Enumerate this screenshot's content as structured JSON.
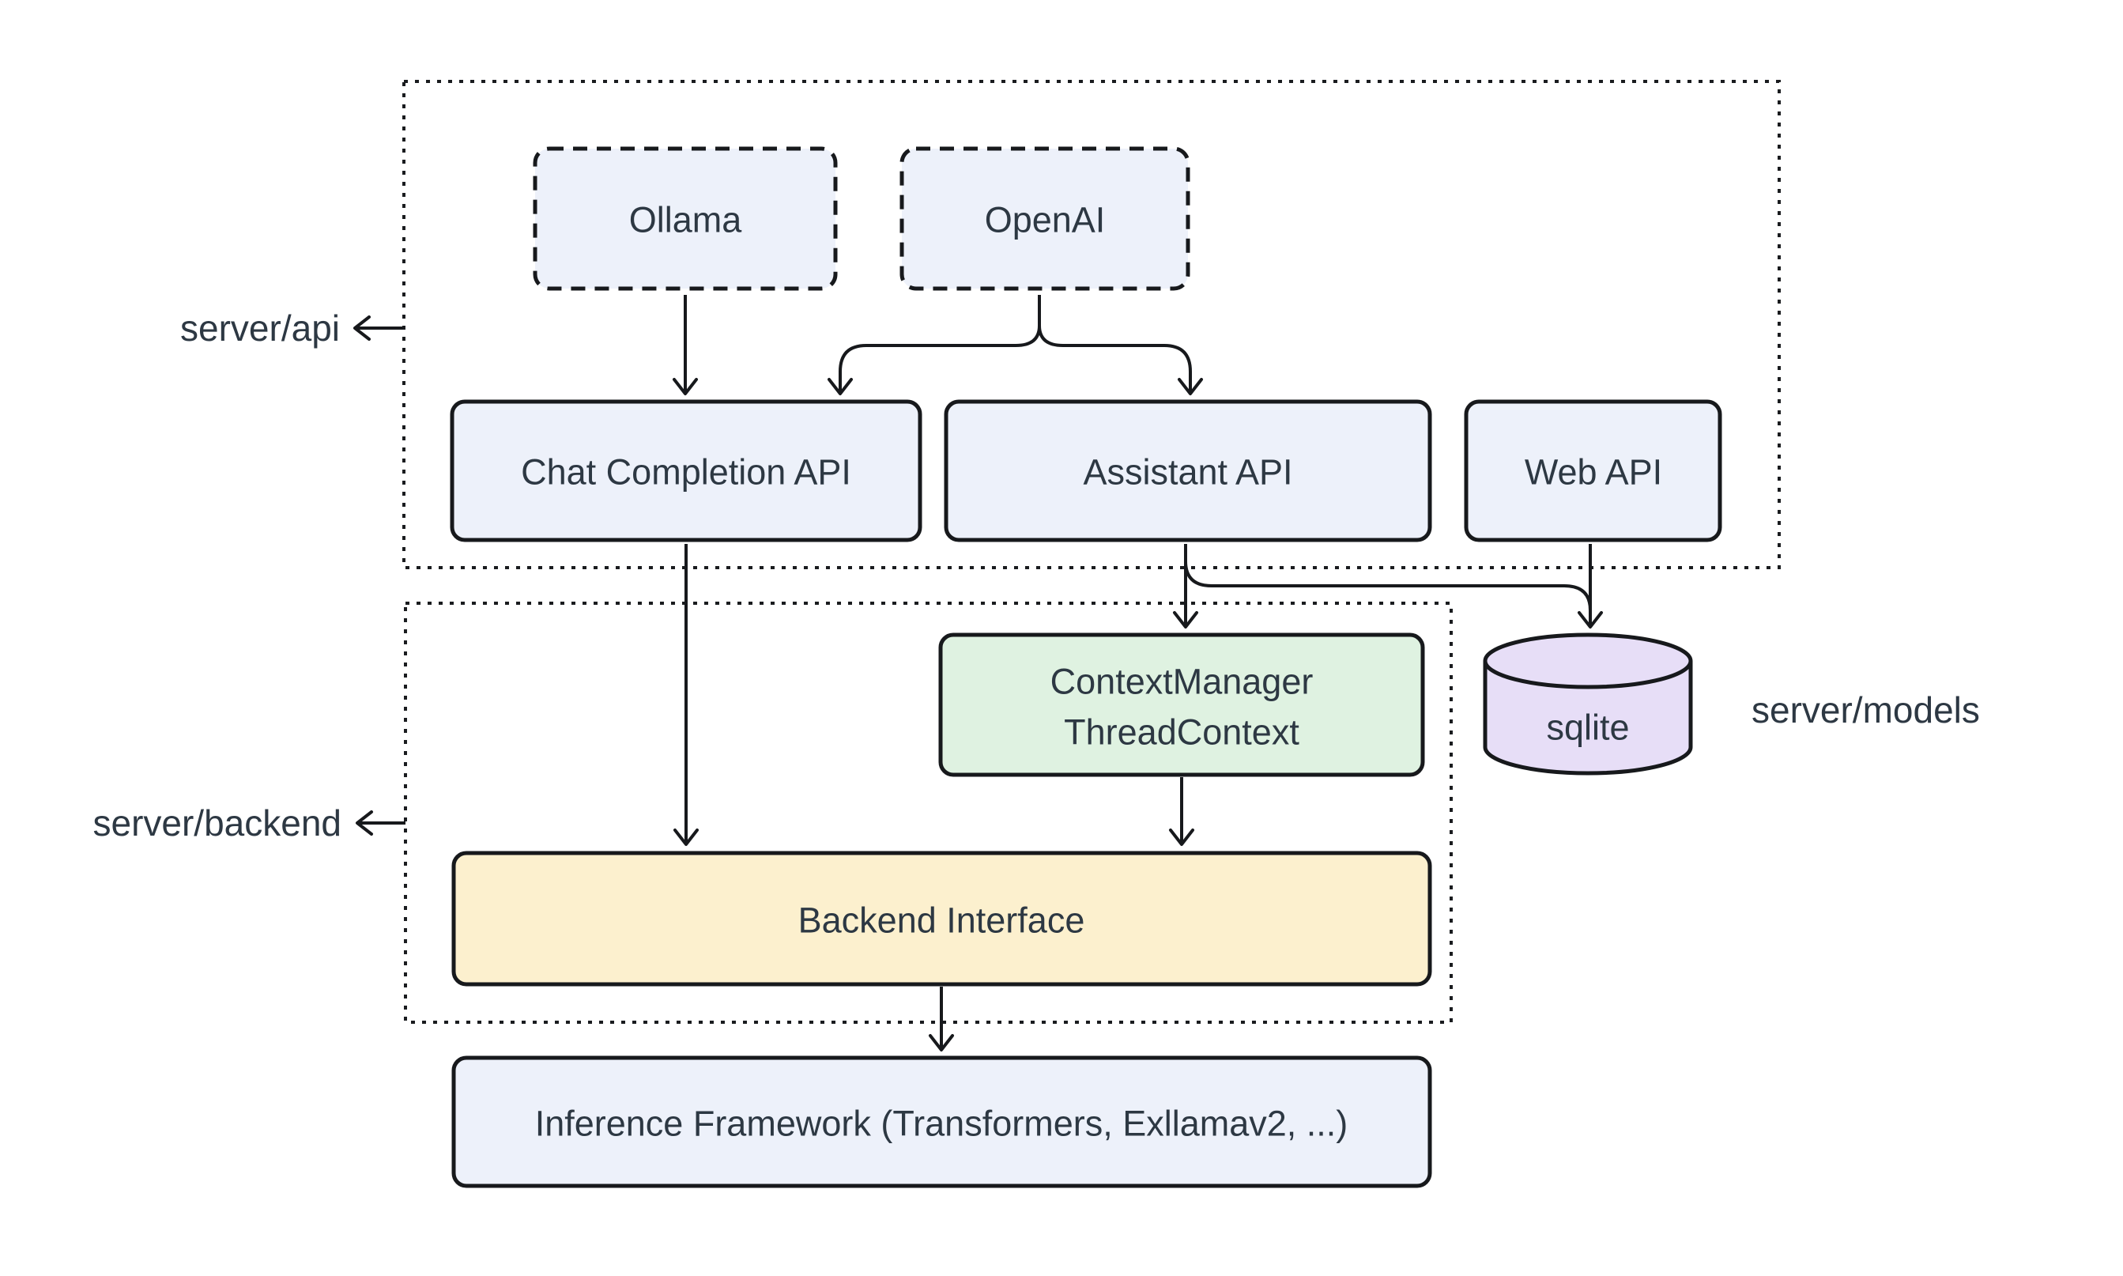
{
  "diagram": {
    "title": "Server architecture diagram",
    "background": "#FFFFFF",
    "colors": {
      "node_blue": "#EDF1FA",
      "node_green": "#DFF2E1",
      "node_yellow": "#FCF0CE",
      "node_purple": "#E7DEF7",
      "stroke": "#17191C",
      "text": "#2D3843"
    },
    "containers": {
      "api": {
        "label": "server/api"
      },
      "backend": {
        "label": "server/backend"
      }
    },
    "nodes": {
      "ollama": {
        "label": "Ollama",
        "style": "dashed"
      },
      "openai": {
        "label": "OpenAI",
        "style": "dashed"
      },
      "chat_completion": {
        "label": "Chat Completion API"
      },
      "assistant": {
        "label": "Assistant API"
      },
      "web": {
        "label": "Web API"
      },
      "context_manager": {
        "line1": "ContextManager",
        "line2": "ThreadContext"
      },
      "sqlite": {
        "label": "sqlite",
        "shape": "cylinder"
      },
      "backend_interface": {
        "label": "Backend Interface"
      },
      "inference": {
        "label": "Inference Framework (Transformers, Exllamav2, ...)"
      }
    },
    "annotations": {
      "models_label": "server/models"
    },
    "edges": [
      {
        "from": "Ollama",
        "to": "Chat Completion API"
      },
      {
        "from": "OpenAI",
        "to": "Chat Completion API"
      },
      {
        "from": "OpenAI",
        "to": "Assistant API"
      },
      {
        "from": "Chat Completion API",
        "to": "Backend Interface"
      },
      {
        "from": "Assistant API",
        "to": "ContextManager ThreadContext"
      },
      {
        "from": "Assistant API",
        "to": "sqlite"
      },
      {
        "from": "Web API",
        "to": "sqlite"
      },
      {
        "from": "ContextManager ThreadContext",
        "to": "Backend Interface"
      },
      {
        "from": "Backend Interface",
        "to": "Inference Framework (Transformers, Exllamav2, ...)"
      }
    ]
  }
}
